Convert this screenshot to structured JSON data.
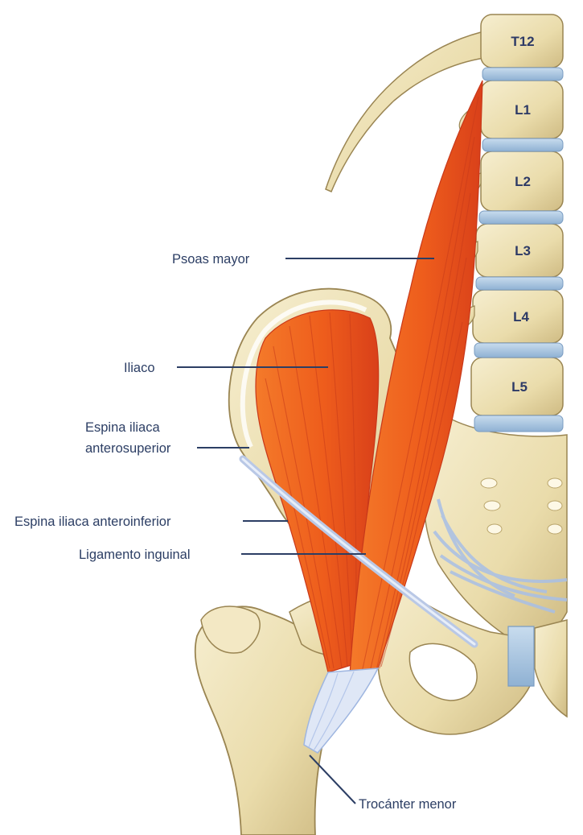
{
  "colors": {
    "bone": "#efe3b8",
    "bone_shadow": "#cdb981",
    "bone_outline": "#9a8552",
    "disc": "#a9c6e0",
    "muscle": "#f06a1e",
    "muscle_dark": "#d9401a",
    "ligament": "#9fb6e0",
    "leader": "#2c3e64"
  },
  "vertebrae": [
    "T12",
    "L1",
    "L2",
    "L3",
    "L4",
    "L5"
  ],
  "labels": {
    "psoas": "Psoas mayor",
    "iliaco": "Iliaco",
    "asis_line1": "Espina iliaca",
    "asis_line2": "anterosuperior",
    "aiis": "Espina iliaca anteroinferior",
    "ligamento": "Ligamento inguinal",
    "trocanter": "Trocánter menor"
  }
}
